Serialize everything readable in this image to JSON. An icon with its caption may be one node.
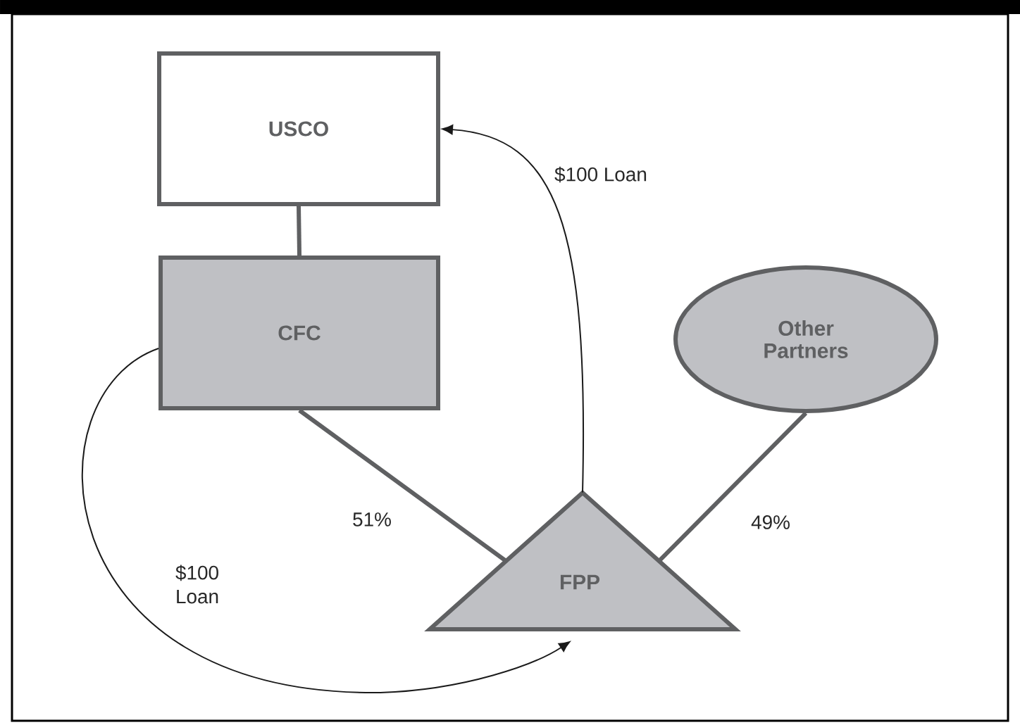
{
  "diagram": {
    "nodes": [
      {
        "text": [
          "USCO"
        ]
      },
      {
        "text": [
          "CFC"
        ]
      },
      {
        "text": [
          "Other Partners"
        ]
      },
      {
        "text": [
          "FPP"
        ]
      }
    ],
    "edges": [
      {
        "from": 0,
        "to": 1,
        "arrow": "none"
      },
      {
        "from": 1,
        "to": 3,
        "arrow": "none",
        "label": "51%"
      },
      {
        "from": 2,
        "to": 3,
        "arrow": "none",
        "label": "49%"
      },
      {
        "from": 3,
        "to": 0,
        "arrow": "to",
        "color": "#1a1a1a",
        "label": "$100 Loan"
      },
      {
        "from": 1,
        "to": 3,
        "arrow": "to",
        "color": "#1a1a1a",
        "label": "$100 Loan"
      }
    ]
  }
}
